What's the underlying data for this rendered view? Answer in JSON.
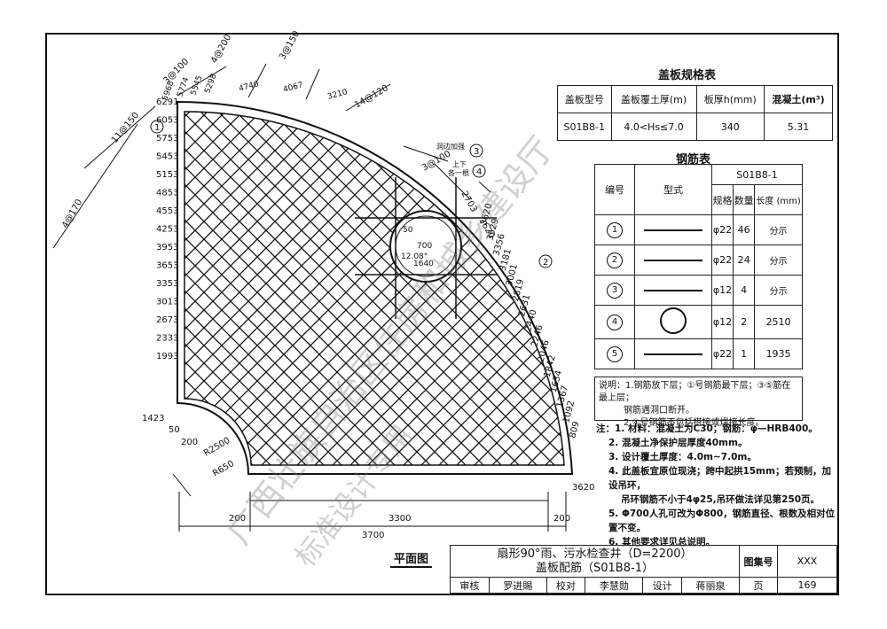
{
  "spec_table": {
    "title": "盖板规格表",
    "headers": [
      "盖板型号",
      "盖板覆土厚(m)",
      "板厚h(mm)",
      "混凝土(m³)"
    ],
    "row": [
      "S01B8-1",
      "4.0<Hs≤7.0",
      "340",
      "5.31"
    ]
  },
  "rebar_table": {
    "title": "钢筋表",
    "col_id": "编号",
    "col_shape": "型式",
    "model": "S01B8-1",
    "col_spec": "规格",
    "col_qty": "数量",
    "col_len": "长度 (mm)",
    "rows": [
      {
        "id": "1",
        "spec": "φ22",
        "qty": "46",
        "len": "分示"
      },
      {
        "id": "2",
        "spec": "φ22",
        "qty": "24",
        "len": "分示"
      },
      {
        "id": "3",
        "spec": "φ12",
        "qty": "4",
        "len": "分示"
      },
      {
        "id": "4",
        "spec": "φ12",
        "qty": "2",
        "len": "2510"
      },
      {
        "id": "5",
        "spec": "φ22",
        "qty": "1",
        "len": "1935"
      }
    ]
  },
  "table_notes": {
    "line1": "说明：1.钢筋放下层；①号钢筋最下层；③⑤筋在最上层；",
    "line2": "钢筋遇洞口断开。",
    "line3": "2.④号钢筋不包括搭接或焊接长度。"
  },
  "notes": [
    "注：1. 材料：混凝土为C30；钢筋：φ—HRB400。",
    "2. 混凝土净保护层厚度40mm。",
    "3. 设计覆土厚度：4.0m~7.0m。",
    "4. 此盖板宜原位现浇；跨中起拱15mm；若预制，加设吊环，",
    "吊环钢筋不小于4φ25,吊环做法详见第250页。",
    "5. Φ700人孔可改为Φ800，钢筋直径、根数及相对位置不变。",
    "6. 其他要求详见总说明。"
  ],
  "drawing": {
    "plan_label": "平面图",
    "left_dims": [
      "6291",
      "6053",
      "5753",
      "5453",
      "5153",
      "4853",
      "4553",
      "4253",
      "3953",
      "3653",
      "3353",
      "3013",
      "2673",
      "2333",
      "1993"
    ],
    "right_dims": [
      "3620",
      "3529",
      "3356",
      "3181",
      "3001",
      "2819",
      "2631",
      "2440",
      "2246",
      "2046",
      "1842",
      "1634",
      "1367",
      "1092",
      "809"
    ],
    "top_dims": [
      "5968",
      "5774",
      "5545",
      "5298",
      "4740",
      "4067",
      "3210"
    ],
    "labels": {
      "d_3_100_top": "3@100",
      "d_4_200": "4@200",
      "d_3_150": "3@150",
      "d_14_120": "14@120",
      "d_11_150": "11@150",
      "d_4_170": "4@170",
      "d_3_100_side": "3@100",
      "hole_strengthen": "洞边加强",
      "up_down": "上下",
      "each_one": "各一根",
      "dim_1423": "1423",
      "dim_50": "50",
      "dim_200": "200",
      "r2500": "R2500",
      "r650": "R650",
      "dim_3300": "3300",
      "dim_3700": "3700",
      "dim_3620": "3620",
      "dim_700": "700",
      "dim_1640": "1640",
      "dim_50b": "50",
      "angle": "12.08°",
      "dim_2703": "2703",
      "c1": "1",
      "c2": "2",
      "c3": "3",
      "c4": "4"
    }
  },
  "titleblock": {
    "title_line1": "扇形90°雨、污水检查井（D=2200）",
    "title_line2": "盖板配筋（S01B8-1）",
    "atlas_label": "图集号",
    "atlas_value": "XXX",
    "review_label": "审核",
    "reviewer": "罗进賜",
    "check_label": "校对",
    "checker": "李慧勋",
    "design_label": "设计",
    "designer": "蒋丽泉",
    "page_label": "页",
    "page_value": "169"
  },
  "watermark": {
    "line1": "广西壮族自治区住房和城乡建设厅",
    "line2": "标准设计专用"
  }
}
